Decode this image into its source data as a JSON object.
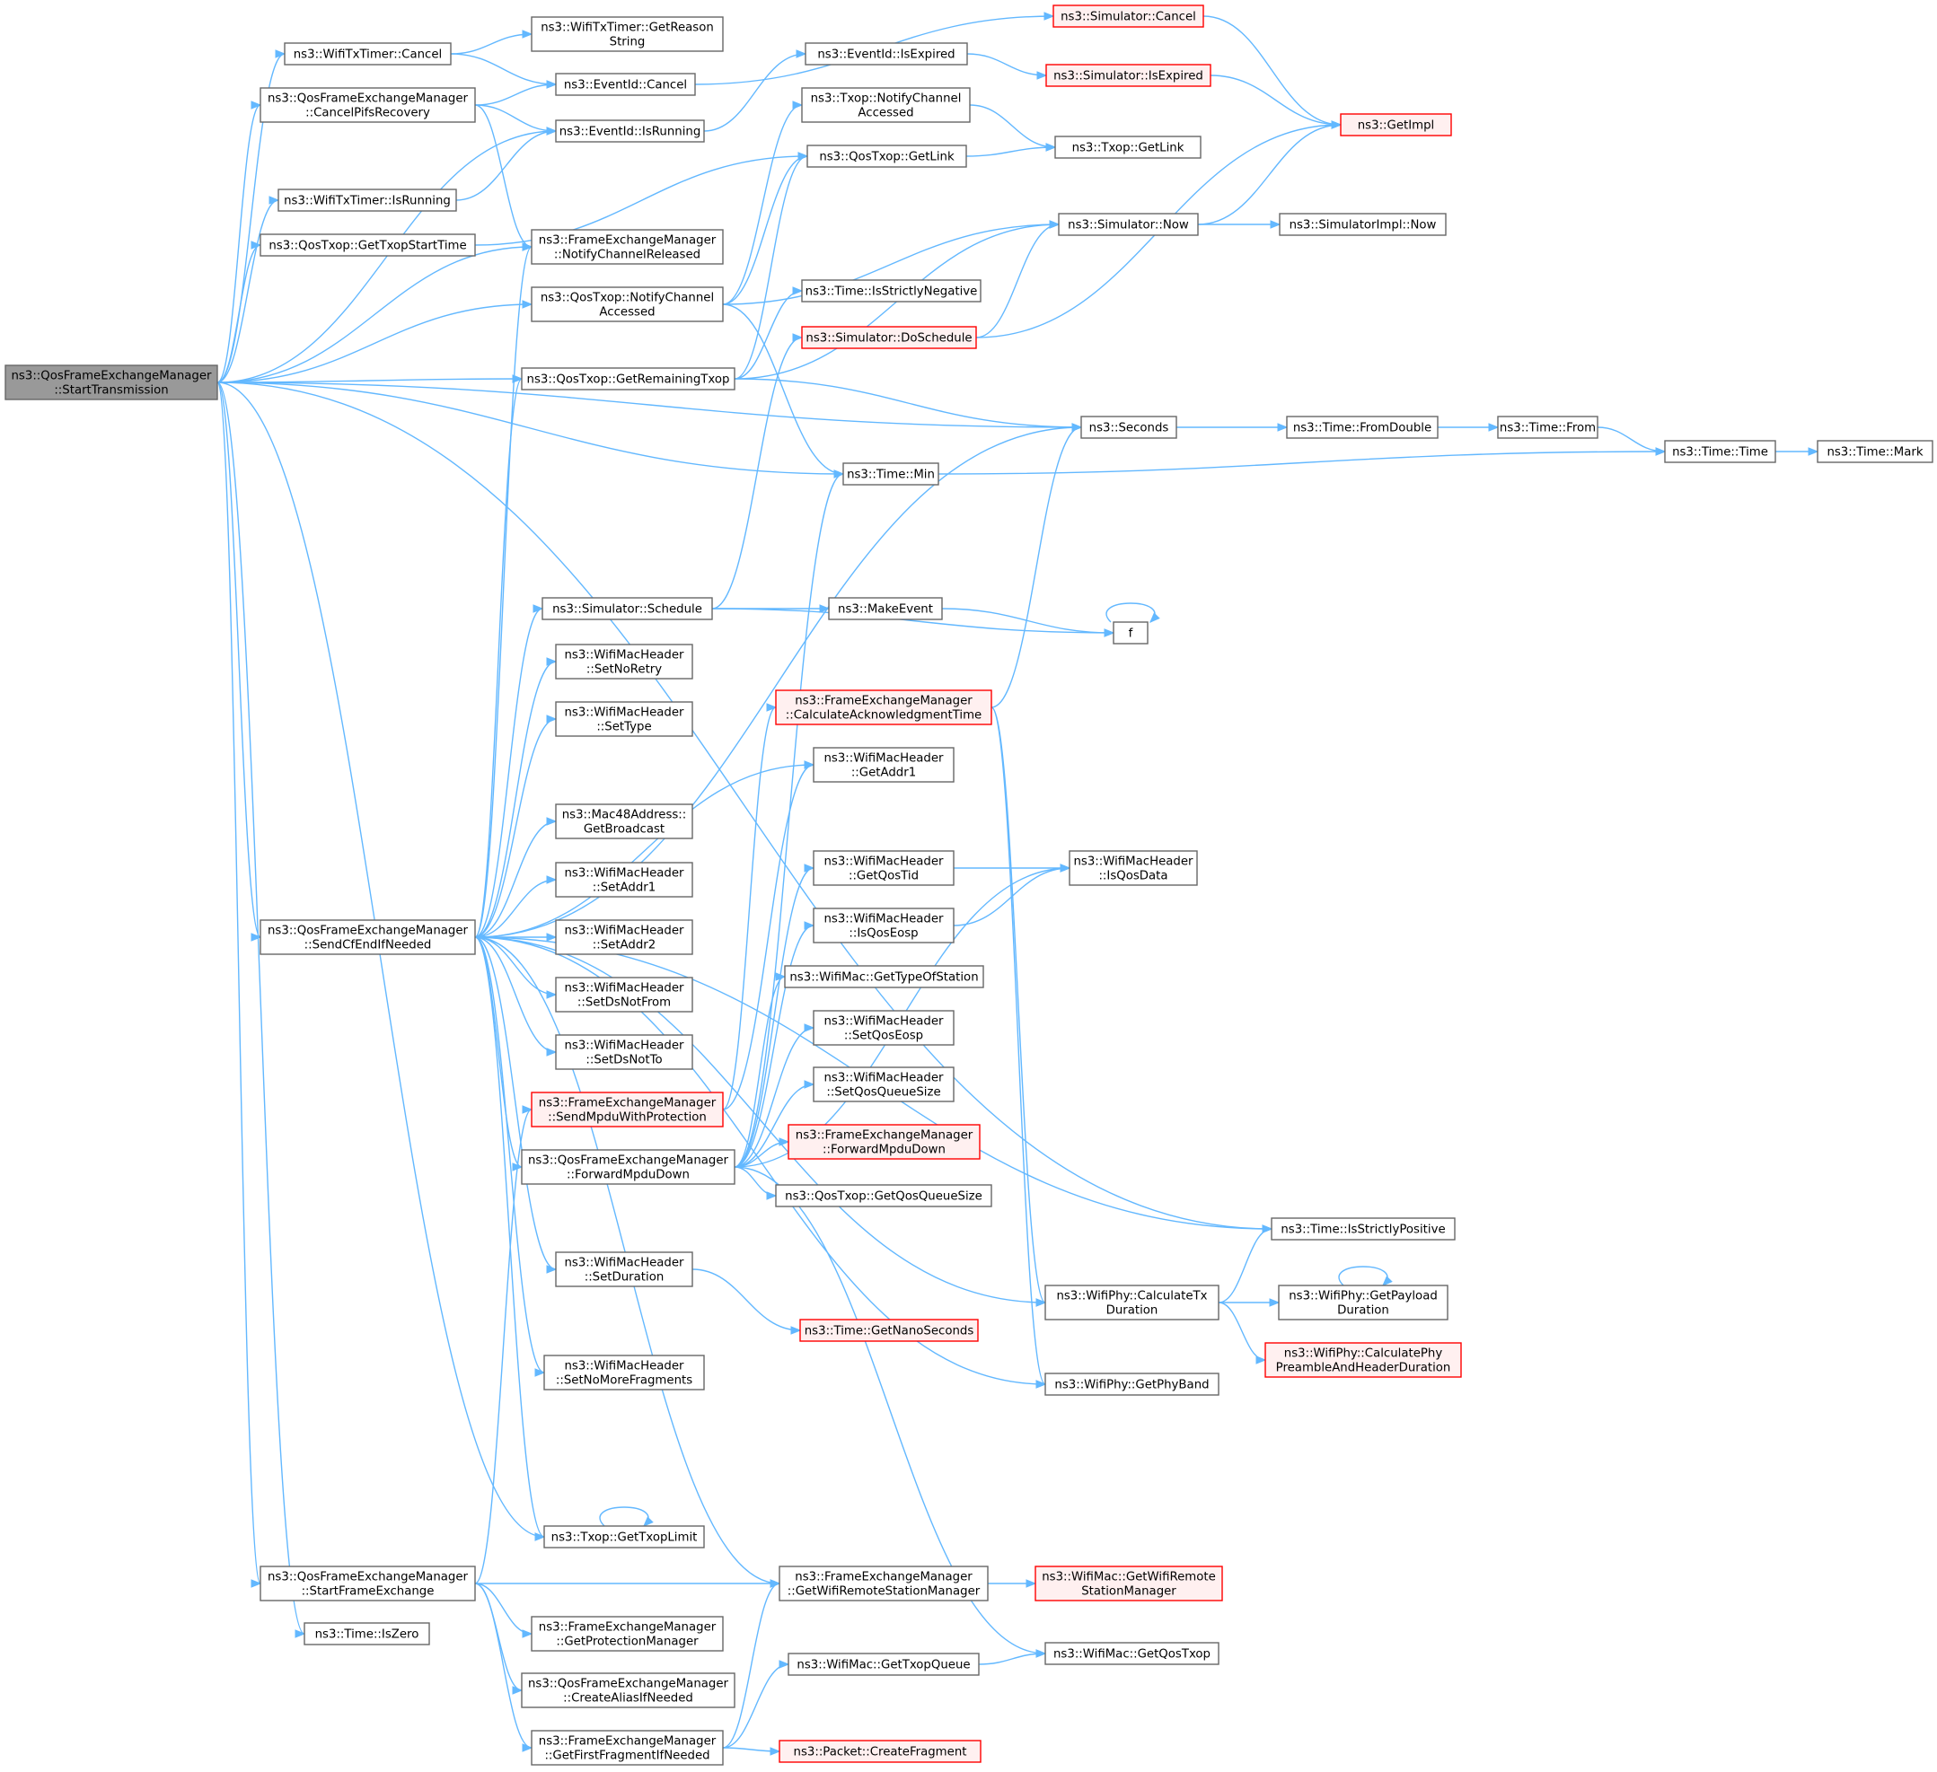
{
  "nodes": [
    {
      "id": "start",
      "lines": [
        "ns3::QosFrameExchangeManager",
        "::StartTransmission"
      ],
      "style": "root"
    },
    {
      "id": "wtt_cancel",
      "lines": [
        "ns3::WifiTxTimer::Cancel"
      ]
    },
    {
      "id": "wtt_reason",
      "lines": [
        "ns3::WifiTxTimer::GetReason",
        "String"
      ]
    },
    {
      "id": "cancel_pifs",
      "lines": [
        "ns3::QosFrameExchangeManager",
        "::CancelPifsRecovery"
      ]
    },
    {
      "id": "ev_cancel",
      "lines": [
        "ns3::EventId::Cancel"
      ]
    },
    {
      "id": "ev_running",
      "lines": [
        "ns3::EventId::IsRunning"
      ]
    },
    {
      "id": "ev_expired",
      "lines": [
        "ns3::EventId::IsExpired"
      ]
    },
    {
      "id": "sim_cancel",
      "lines": [
        "ns3::Simulator::Cancel"
      ],
      "style": "red"
    },
    {
      "id": "sim_expired",
      "lines": [
        "ns3::Simulator::IsExpired"
      ],
      "style": "red"
    },
    {
      "id": "getimpl",
      "lines": [
        "ns3::GetImpl"
      ],
      "style": "red"
    },
    {
      "id": "txop_notify",
      "lines": [
        "ns3::Txop::NotifyChannel",
        "Accessed"
      ]
    },
    {
      "id": "qtxop_getlink",
      "lines": [
        "ns3::QosTxop::GetLink"
      ]
    },
    {
      "id": "txop_getlink",
      "lines": [
        "ns3::Txop::GetLink"
      ]
    },
    {
      "id": "wtt_running",
      "lines": [
        "ns3::WifiTxTimer::IsRunning"
      ]
    },
    {
      "id": "qtxop_starttime",
      "lines": [
        "ns3::QosTxop::GetTxopStartTime"
      ]
    },
    {
      "id": "fem_released",
      "lines": [
        "ns3::FrameExchangeManager",
        "::NotifyChannelReleased"
      ]
    },
    {
      "id": "sim_now",
      "lines": [
        "ns3::Simulator::Now"
      ]
    },
    {
      "id": "simimpl_now",
      "lines": [
        "ns3::SimulatorImpl::Now"
      ]
    },
    {
      "id": "qtxop_notify",
      "lines": [
        "ns3::QosTxop::NotifyChannel",
        "Accessed"
      ]
    },
    {
      "id": "time_neg",
      "lines": [
        "ns3::Time::IsStrictlyNegative"
      ]
    },
    {
      "id": "sim_dosched",
      "lines": [
        "ns3::Simulator::DoSchedule"
      ],
      "style": "red"
    },
    {
      "id": "qtxop_remain",
      "lines": [
        "ns3::QosTxop::GetRemainingTxop"
      ]
    },
    {
      "id": "seconds",
      "lines": [
        "ns3::Seconds"
      ]
    },
    {
      "id": "fromdouble",
      "lines": [
        "ns3::Time::FromDouble"
      ]
    },
    {
      "id": "timefrom",
      "lines": [
        "ns3::Time::From"
      ]
    },
    {
      "id": "timetime",
      "lines": [
        "ns3::Time::Time"
      ]
    },
    {
      "id": "timemark",
      "lines": [
        "ns3::Time::Mark"
      ]
    },
    {
      "id": "timemin",
      "lines": [
        "ns3::Time::Min"
      ]
    },
    {
      "id": "sim_sched",
      "lines": [
        "ns3::Simulator::Schedule"
      ]
    },
    {
      "id": "makeevent",
      "lines": [
        "ns3::MakeEvent"
      ]
    },
    {
      "id": "f",
      "lines": [
        "f"
      ]
    },
    {
      "id": "setnoretry",
      "lines": [
        "ns3::WifiMacHeader",
        "::SetNoRetry"
      ]
    },
    {
      "id": "settype",
      "lines": [
        "ns3::WifiMacHeader",
        "::SetType"
      ]
    },
    {
      "id": "calcack",
      "lines": [
        "ns3::FrameExchangeManager",
        "::CalculateAcknowledgmentTime"
      ],
      "style": "red"
    },
    {
      "id": "getaddr1",
      "lines": [
        "ns3::WifiMacHeader",
        "::GetAddr1"
      ]
    },
    {
      "id": "getbroadcast",
      "lines": [
        "ns3::Mac48Address::",
        "GetBroadcast"
      ]
    },
    {
      "id": "getqostid",
      "lines": [
        "ns3::WifiMacHeader",
        "::GetQosTid"
      ]
    },
    {
      "id": "isqosdata",
      "lines": [
        "ns3::WifiMacHeader",
        "::IsQosData"
      ]
    },
    {
      "id": "setaddr1",
      "lines": [
        "ns3::WifiMacHeader",
        "::SetAddr1"
      ]
    },
    {
      "id": "isqoseosp",
      "lines": [
        "ns3::WifiMacHeader",
        "::IsQosEosp"
      ]
    },
    {
      "id": "sendcfend",
      "lines": [
        "ns3::QosFrameExchangeManager",
        "::SendCfEndIfNeeded"
      ]
    },
    {
      "id": "setaddr2",
      "lines": [
        "ns3::WifiMacHeader",
        "::SetAddr2"
      ]
    },
    {
      "id": "gettypeofstation",
      "lines": [
        "ns3::WifiMac::GetTypeOfStation"
      ]
    },
    {
      "id": "setdsnotfrom",
      "lines": [
        "ns3::WifiMacHeader",
        "::SetDsNotFrom"
      ]
    },
    {
      "id": "setqoseosp",
      "lines": [
        "ns3::WifiMacHeader",
        "::SetQosEosp"
      ]
    },
    {
      "id": "setdsnotto",
      "lines": [
        "ns3::WifiMacHeader",
        "::SetDsNotTo"
      ]
    },
    {
      "id": "setqosqueue",
      "lines": [
        "ns3::WifiMacHeader",
        "::SetQosQueueSize"
      ]
    },
    {
      "id": "sendmpdu",
      "lines": [
        "ns3::FrameExchangeManager",
        "::SendMpduWithProtection"
      ],
      "style": "red"
    },
    {
      "id": "fem_fwd",
      "lines": [
        "ns3::FrameExchangeManager",
        "::ForwardMpduDown"
      ],
      "style": "red"
    },
    {
      "id": "qfem_fwd",
      "lines": [
        "ns3::QosFrameExchangeManager",
        "::ForwardMpduDown"
      ]
    },
    {
      "id": "qtxop_qsize",
      "lines": [
        "ns3::QosTxop::GetQosQueueSize"
      ]
    },
    {
      "id": "time_pos",
      "lines": [
        "ns3::Time::IsStrictlyPositive"
      ]
    },
    {
      "id": "setduration",
      "lines": [
        "ns3::WifiMacHeader",
        "::SetDuration"
      ]
    },
    {
      "id": "calctx",
      "lines": [
        "ns3::WifiPhy::CalculateTx",
        "Duration"
      ]
    },
    {
      "id": "getpayload",
      "lines": [
        "ns3::WifiPhy::GetPayload",
        "Duration"
      ]
    },
    {
      "id": "getnano",
      "lines": [
        "ns3::Time::GetNanoSeconds"
      ],
      "style": "red"
    },
    {
      "id": "calcphy",
      "lines": [
        "ns3::WifiPhy::CalculatePhy",
        "PreambleAndHeaderDuration"
      ],
      "style": "red"
    },
    {
      "id": "setnomorefrag",
      "lines": [
        "ns3::WifiMacHeader",
        "::SetNoMoreFragments"
      ]
    },
    {
      "id": "getphyband",
      "lines": [
        "ns3::WifiPhy::GetPhyBand"
      ]
    },
    {
      "id": "gettxoplimit",
      "lines": [
        "ns3::Txop::GetTxopLimit"
      ]
    },
    {
      "id": "startfe",
      "lines": [
        "ns3::QosFrameExchangeManager",
        "::StartFrameExchange"
      ]
    },
    {
      "id": "getrsm",
      "lines": [
        "ns3::FrameExchangeManager",
        "::GetWifiRemoteStationManager"
      ]
    },
    {
      "id": "wifimac_getrsm",
      "lines": [
        "ns3::WifiMac::GetWifiRemote",
        "StationManager"
      ],
      "style": "red"
    },
    {
      "id": "timeiszero",
      "lines": [
        "ns3::Time::IsZero"
      ]
    },
    {
      "id": "getprot",
      "lines": [
        "ns3::FrameExchangeManager",
        "::GetProtectionManager"
      ]
    },
    {
      "id": "getqostxop",
      "lines": [
        "ns3::WifiMac::GetQosTxop"
      ]
    },
    {
      "id": "gettxopqueue",
      "lines": [
        "ns3::WifiMac::GetTxopQueue"
      ]
    },
    {
      "id": "createalias",
      "lines": [
        "ns3::QosFrameExchangeManager",
        "::CreateAliasIfNeeded"
      ]
    },
    {
      "id": "getfirstfrag",
      "lines": [
        "ns3::FrameExchangeManager",
        "::GetFirstFragmentIfNeeded"
      ]
    },
    {
      "id": "createfrag",
      "lines": [
        "ns3::Packet::CreateFragment"
      ],
      "style": "red"
    }
  ],
  "edges": [
    [
      "start",
      "wtt_cancel"
    ],
    [
      "start",
      "cancel_pifs"
    ],
    [
      "start",
      "ev_running"
    ],
    [
      "start",
      "wtt_running"
    ],
    [
      "start",
      "qtxop_starttime"
    ],
    [
      "start",
      "fem_released"
    ],
    [
      "start",
      "qtxop_notify"
    ],
    [
      "start",
      "qtxop_remain"
    ],
    [
      "start",
      "seconds"
    ],
    [
      "start",
      "timemin"
    ],
    [
      "start",
      "time_pos"
    ],
    [
      "start",
      "sendcfend"
    ],
    [
      "start",
      "gettxoplimit"
    ],
    [
      "start",
      "startfe"
    ],
    [
      "start",
      "timeiszero"
    ],
    [
      "wtt_cancel",
      "wtt_reason"
    ],
    [
      "wtt_cancel",
      "ev_cancel"
    ],
    [
      "cancel_pifs",
      "ev_cancel"
    ],
    [
      "cancel_pifs",
      "ev_running"
    ],
    [
      "cancel_pifs",
      "fem_released"
    ],
    [
      "ev_cancel",
      "sim_cancel"
    ],
    [
      "ev_running",
      "ev_expired"
    ],
    [
      "ev_expired",
      "sim_expired"
    ],
    [
      "sim_cancel",
      "getimpl"
    ],
    [
      "sim_expired",
      "getimpl"
    ],
    [
      "wtt_running",
      "ev_running"
    ],
    [
      "qtxop_starttime",
      "qtxop_getlink"
    ],
    [
      "txop_notify",
      "txop_getlink"
    ],
    [
      "qtxop_getlink",
      "txop_getlink"
    ],
    [
      "qtxop_notify",
      "txop_notify"
    ],
    [
      "qtxop_notify",
      "qtxop_getlink"
    ],
    [
      "qtxop_notify",
      "sim_now"
    ],
    [
      "qtxop_notify",
      "timemin"
    ],
    [
      "sim_now",
      "getimpl"
    ],
    [
      "sim_now",
      "simimpl_now"
    ],
    [
      "qtxop_remain",
      "qtxop_getlink"
    ],
    [
      "qtxop_remain",
      "sim_now"
    ],
    [
      "qtxop_remain",
      "time_neg"
    ],
    [
      "qtxop_remain",
      "seconds"
    ],
    [
      "sim_dosched",
      "sim_now"
    ],
    [
      "sim_dosched",
      "getimpl"
    ],
    [
      "seconds",
      "fromdouble"
    ],
    [
      "fromdouble",
      "timefrom"
    ],
    [
      "timefrom",
      "timetime"
    ],
    [
      "timetime",
      "timemark"
    ],
    [
      "timemin",
      "timetime"
    ],
    [
      "sim_sched",
      "sim_dosched"
    ],
    [
      "sim_sched",
      "makeevent"
    ],
    [
      "sim_sched",
      "f"
    ],
    [
      "makeevent",
      "f"
    ],
    [
      "f",
      "f"
    ],
    [
      "sendcfend",
      "fem_released"
    ],
    [
      "sendcfend",
      "qtxop_remain"
    ],
    [
      "sendcfend",
      "seconds"
    ],
    [
      "sendcfend",
      "sim_sched"
    ],
    [
      "sendcfend",
      "setnoretry"
    ],
    [
      "sendcfend",
      "settype"
    ],
    [
      "sendcfend",
      "getaddr1"
    ],
    [
      "sendcfend",
      "getbroadcast"
    ],
    [
      "sendcfend",
      "setaddr1"
    ],
    [
      "sendcfend",
      "setaddr2"
    ],
    [
      "sendcfend",
      "setdsnotfrom"
    ],
    [
      "sendcfend",
      "setdsnotto"
    ],
    [
      "sendcfend",
      "qfem_fwd"
    ],
    [
      "sendcfend",
      "time_pos"
    ],
    [
      "sendcfend",
      "setduration"
    ],
    [
      "sendcfend",
      "calctx"
    ],
    [
      "sendcfend",
      "setnomorefrag"
    ],
    [
      "sendcfend",
      "getphyband"
    ],
    [
      "sendcfend",
      "gettxoplimit"
    ],
    [
      "sendcfend",
      "getrsm"
    ],
    [
      "calcack",
      "seconds"
    ],
    [
      "calcack",
      "calctx"
    ],
    [
      "calcack",
      "getphyband"
    ],
    [
      "getqostid",
      "isqosdata"
    ],
    [
      "isqoseosp",
      "isqosdata"
    ],
    [
      "sendmpdu",
      "calcack"
    ],
    [
      "sendmpdu",
      "getaddr1"
    ],
    [
      "qfem_fwd",
      "timemin"
    ],
    [
      "qfem_fwd",
      "isqosdata"
    ],
    [
      "qfem_fwd",
      "getqostid"
    ],
    [
      "qfem_fwd",
      "isqoseosp"
    ],
    [
      "qfem_fwd",
      "gettypeofstation"
    ],
    [
      "qfem_fwd",
      "setqoseosp"
    ],
    [
      "qfem_fwd",
      "setqosqueue"
    ],
    [
      "qfem_fwd",
      "fem_fwd"
    ],
    [
      "qfem_fwd",
      "qtxop_qsize"
    ],
    [
      "qfem_fwd",
      "getqostxop"
    ],
    [
      "setduration",
      "getnano"
    ],
    [
      "calctx",
      "time_pos"
    ],
    [
      "calctx",
      "getpayload"
    ],
    [
      "calctx",
      "calcphy"
    ],
    [
      "getpayload",
      "getpayload"
    ],
    [
      "gettxoplimit",
      "gettxoplimit"
    ],
    [
      "startfe",
      "sendmpdu"
    ],
    [
      "startfe",
      "getrsm"
    ],
    [
      "startfe",
      "getprot"
    ],
    [
      "startfe",
      "createalias"
    ],
    [
      "startfe",
      "getfirstfrag"
    ],
    [
      "getrsm",
      "wifimac_getrsm"
    ],
    [
      "getfirstfrag",
      "getrsm"
    ],
    [
      "getfirstfrag",
      "gettxopqueue"
    ],
    [
      "getfirstfrag",
      "createfrag"
    ],
    [
      "gettxopqueue",
      "getqostxop"
    ]
  ]
}
